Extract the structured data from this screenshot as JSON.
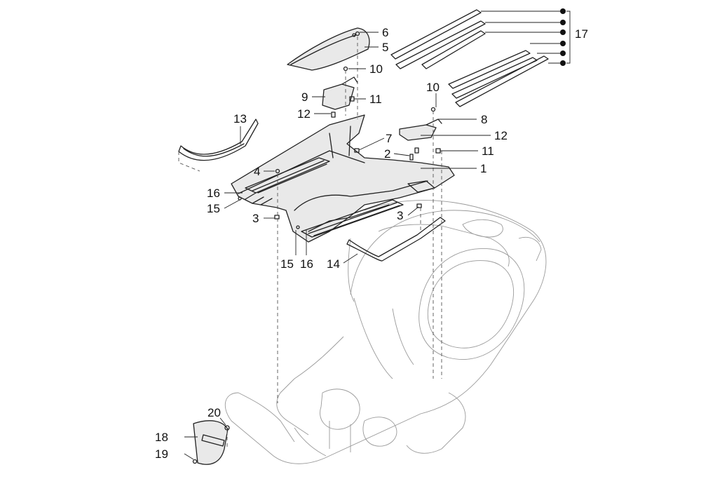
{
  "diagram": {
    "callouts": [
      {
        "id": "c1",
        "text": "1"
      },
      {
        "id": "c2",
        "text": "2"
      },
      {
        "id": "c3a",
        "text": "3"
      },
      {
        "id": "c3b",
        "text": "3"
      },
      {
        "id": "c4",
        "text": "4"
      },
      {
        "id": "c5",
        "text": "5"
      },
      {
        "id": "c6",
        "text": "6"
      },
      {
        "id": "c7",
        "text": "7"
      },
      {
        "id": "c8",
        "text": "8"
      },
      {
        "id": "c9",
        "text": "9"
      },
      {
        "id": "c10a",
        "text": "10"
      },
      {
        "id": "c10b",
        "text": "10"
      },
      {
        "id": "c11a",
        "text": "11"
      },
      {
        "id": "c11b",
        "text": "11"
      },
      {
        "id": "c12a",
        "text": "12"
      },
      {
        "id": "c12b",
        "text": "12"
      },
      {
        "id": "c13",
        "text": "13"
      },
      {
        "id": "c14",
        "text": "14"
      },
      {
        "id": "c15a",
        "text": "15"
      },
      {
        "id": "c15b",
        "text": "15"
      },
      {
        "id": "c16a",
        "text": "16"
      },
      {
        "id": "c16b",
        "text": "16"
      },
      {
        "id": "c17",
        "text": "17"
      },
      {
        "id": "c18",
        "text": "18"
      },
      {
        "id": "c19",
        "text": "19"
      },
      {
        "id": "c20",
        "text": "20"
      }
    ]
  }
}
